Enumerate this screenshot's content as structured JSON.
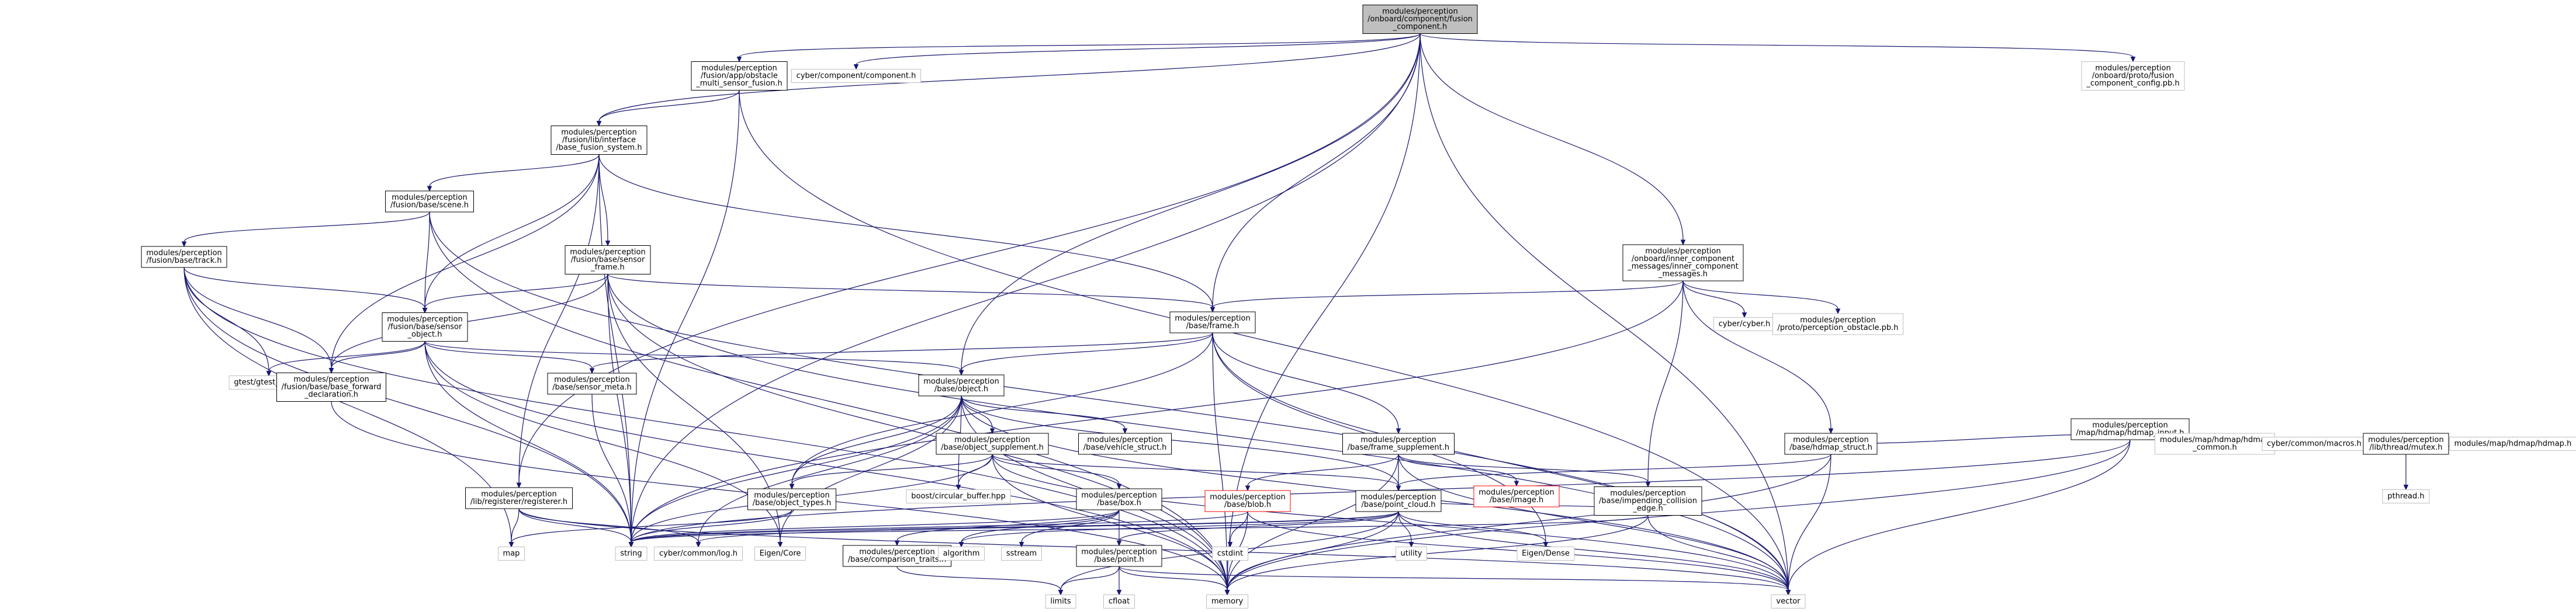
{
  "colors": {
    "edge": "#191970",
    "node_border": "#000000",
    "root_fill": "#bfbfbf",
    "external_border": "#bfbfbf",
    "missing_border": "#ff0000",
    "node_fill": "#ffffff"
  },
  "nodes": [
    {
      "id": "root",
      "lines": [
        "modules/perception",
        "/onboard/component/fusion",
        "_component.h"
      ],
      "kind": "root"
    },
    {
      "id": "app_msf",
      "lines": [
        "modules/perception",
        "/fusion/app/obstacle",
        "_multi_sensor_fusion.h"
      ],
      "kind": "file"
    },
    {
      "id": "cyber_component",
      "lines": [
        "cyber/component/component.h"
      ],
      "kind": "external"
    },
    {
      "id": "fusion_cfg_pb",
      "lines": [
        "modules/perception",
        "/onboard/proto/fusion",
        "_component_config.pb.h"
      ],
      "kind": "external"
    },
    {
      "id": "base_fusion_system",
      "lines": [
        "modules/perception",
        "/fusion/lib/interface",
        "/base_fusion_system.h"
      ],
      "kind": "file"
    },
    {
      "id": "scene",
      "lines": [
        "modules/perception",
        "/fusion/base/scene.h"
      ],
      "kind": "file"
    },
    {
      "id": "track",
      "lines": [
        "modules/perception",
        "/fusion/base/track.h"
      ],
      "kind": "file"
    },
    {
      "id": "sensor_frame",
      "lines": [
        "modules/perception",
        "/fusion/base/sensor",
        "_frame.h"
      ],
      "kind": "file"
    },
    {
      "id": "inner_msgs",
      "lines": [
        "modules/perception",
        "/onboard/inner_component",
        "_messages/inner_component",
        "_messages.h"
      ],
      "kind": "file"
    },
    {
      "id": "cyber_h",
      "lines": [
        "cyber/cyber.h"
      ],
      "kind": "external"
    },
    {
      "id": "obstacle_pb",
      "lines": [
        "modules/perception",
        "/proto/perception_obstacle.pb.h"
      ],
      "kind": "external"
    },
    {
      "id": "sensor_object",
      "lines": [
        "modules/perception",
        "/fusion/base/sensor",
        "_object.h"
      ],
      "kind": "file"
    },
    {
      "id": "frame",
      "lines": [
        "modules/perception",
        "/base/frame.h"
      ],
      "kind": "file"
    },
    {
      "id": "gtest_prod",
      "lines": [
        "gtest/gtest_prod.h"
      ],
      "kind": "external"
    },
    {
      "id": "base_forward",
      "lines": [
        "modules/perception",
        "/fusion/base/base_forward",
        "_declaration.h"
      ],
      "kind": "file"
    },
    {
      "id": "sensor_meta",
      "lines": [
        "modules/perception",
        "/base/sensor_meta.h"
      ],
      "kind": "file"
    },
    {
      "id": "object",
      "lines": [
        "modules/perception",
        "/base/object.h"
      ],
      "kind": "file"
    },
    {
      "id": "hdmap_input",
      "lines": [
        "modules/perception",
        "/map/hdmap/hdmap_input.h"
      ],
      "kind": "file"
    },
    {
      "id": "frame_supplement",
      "lines": [
        "modules/perception",
        "/base/frame_supplement.h"
      ],
      "kind": "file"
    },
    {
      "id": "object_supplement",
      "lines": [
        "modules/perception",
        "/base/object_supplement.h"
      ],
      "kind": "file"
    },
    {
      "id": "vehicle_struct",
      "lines": [
        "modules/perception",
        "/base/vehicle_struct.h"
      ],
      "kind": "file"
    },
    {
      "id": "hdmap_struct",
      "lines": [
        "modules/perception",
        "/base/hdmap_struct.h"
      ],
      "kind": "file"
    },
    {
      "id": "hdmap_common",
      "lines": [
        "modules/map/hdmap/hdmap",
        "_common.h"
      ],
      "kind": "external"
    },
    {
      "id": "cyber_macros",
      "lines": [
        "cyber/common/macros.h"
      ],
      "kind": "external"
    },
    {
      "id": "thread_mutex",
      "lines": [
        "modules/perception",
        "/lib/thread/mutex.h"
      ],
      "kind": "file"
    },
    {
      "id": "hdmap_h",
      "lines": [
        "modules/map/hdmap/hdmap.h"
      ],
      "kind": "external"
    },
    {
      "id": "pthread",
      "lines": [
        "pthread.h"
      ],
      "kind": "external"
    },
    {
      "id": "circular_buffer",
      "lines": [
        "boost/circular_buffer.hpp"
      ],
      "kind": "external"
    },
    {
      "id": "registerer",
      "lines": [
        "modules/perception",
        "/lib/registerer/registerer.h"
      ],
      "kind": "file"
    },
    {
      "id": "object_types",
      "lines": [
        "modules/perception",
        "/base/object_types.h"
      ],
      "kind": "file"
    },
    {
      "id": "box",
      "lines": [
        "modules/perception",
        "/base/box.h"
      ],
      "kind": "file"
    },
    {
      "id": "blob",
      "lines": [
        "modules/perception",
        "/base/blob.h"
      ],
      "kind": "missing"
    },
    {
      "id": "point_cloud",
      "lines": [
        "modules/perception",
        "/base/point_cloud.h"
      ],
      "kind": "file"
    },
    {
      "id": "image",
      "lines": [
        "modules/perception",
        "/base/image.h"
      ],
      "kind": "missing"
    },
    {
      "id": "impending",
      "lines": [
        "modules/perception",
        "/base/impending_collision",
        "_edge.h"
      ],
      "kind": "file"
    },
    {
      "id": "map",
      "lines": [
        "map"
      ],
      "kind": "external"
    },
    {
      "id": "string",
      "lines": [
        "string"
      ],
      "kind": "external"
    },
    {
      "id": "cyber_log",
      "lines": [
        "cyber/common/log.h"
      ],
      "kind": "external"
    },
    {
      "id": "eigen_core",
      "lines": [
        "Eigen/Core"
      ],
      "kind": "external"
    },
    {
      "id": "comparison_traits",
      "lines": [
        "modules/perception",
        "/base/comparison_traits.h"
      ],
      "kind": "file"
    },
    {
      "id": "algorithm",
      "lines": [
        "algorithm"
      ],
      "kind": "external"
    },
    {
      "id": "sstream",
      "lines": [
        "sstream"
      ],
      "kind": "external"
    },
    {
      "id": "point",
      "lines": [
        "modules/perception",
        "/base/point.h"
      ],
      "kind": "file"
    },
    {
      "id": "cstdint",
      "lines": [
        "cstdint"
      ],
      "kind": "external"
    },
    {
      "id": "utility",
      "lines": [
        "utility"
      ],
      "kind": "external"
    },
    {
      "id": "eigen_dense",
      "lines": [
        "Eigen/Dense"
      ],
      "kind": "external"
    },
    {
      "id": "limits",
      "lines": [
        "limits"
      ],
      "kind": "external"
    },
    {
      "id": "cfloat",
      "lines": [
        "cfloat"
      ],
      "kind": "external"
    },
    {
      "id": "memory",
      "lines": [
        "memory"
      ],
      "kind": "external"
    },
    {
      "id": "vector",
      "lines": [
        "vector"
      ],
      "kind": "external"
    }
  ],
  "edges": [
    [
      "root",
      "app_msf"
    ],
    [
      "root",
      "cyber_component"
    ],
    [
      "root",
      "fusion_cfg_pb"
    ],
    [
      "root",
      "base_fusion_system"
    ],
    [
      "root",
      "inner_msgs"
    ],
    [
      "root",
      "object"
    ],
    [
      "root",
      "registerer"
    ],
    [
      "root",
      "memory"
    ],
    [
      "root",
      "vector"
    ],
    [
      "root",
      "string"
    ],
    [
      "root",
      "frame"
    ],
    [
      "app_msf",
      "base_fusion_system"
    ],
    [
      "app_msf",
      "string"
    ],
    [
      "app_msf",
      "vector"
    ],
    [
      "base_fusion_system",
      "scene"
    ],
    [
      "base_fusion_system",
      "sensor_frame"
    ],
    [
      "base_fusion_system",
      "frame"
    ],
    [
      "base_fusion_system",
      "base_forward"
    ],
    [
      "base_fusion_system",
      "registerer"
    ],
    [
      "base_fusion_system",
      "string"
    ],
    [
      "base_fusion_system",
      "sensor_object"
    ],
    [
      "scene",
      "track"
    ],
    [
      "scene",
      "sensor_object"
    ],
    [
      "scene",
      "vector"
    ],
    [
      "scene",
      "memory"
    ],
    [
      "track",
      "sensor_object"
    ],
    [
      "track",
      "gtest_prod"
    ],
    [
      "track",
      "base_forward"
    ],
    [
      "track",
      "string"
    ],
    [
      "track",
      "map"
    ],
    [
      "track",
      "memory"
    ],
    [
      "sensor_frame",
      "sensor_object"
    ],
    [
      "sensor_frame",
      "frame"
    ],
    [
      "sensor_frame",
      "base_forward"
    ],
    [
      "sensor_frame",
      "string"
    ],
    [
      "sensor_frame",
      "vector"
    ],
    [
      "sensor_frame",
      "memory"
    ],
    [
      "sensor_frame",
      "eigen_core"
    ],
    [
      "inner_msgs",
      "frame"
    ],
    [
      "inner_msgs",
      "cyber_h"
    ],
    [
      "inner_msgs",
      "obstacle_pb"
    ],
    [
      "inner_msgs",
      "hdmap_struct"
    ],
    [
      "inner_msgs",
      "impending"
    ],
    [
      "inner_msgs",
      "string"
    ],
    [
      "sensor_object",
      "gtest_prod"
    ],
    [
      "sensor_object",
      "base_forward"
    ],
    [
      "sensor_object",
      "sensor_meta"
    ],
    [
      "sensor_object",
      "object"
    ],
    [
      "sensor_object",
      "string"
    ],
    [
      "sensor_object",
      "memory"
    ],
    [
      "sensor_object",
      "eigen_core"
    ],
    [
      "frame",
      "sensor_meta"
    ],
    [
      "frame",
      "object"
    ],
    [
      "frame",
      "frame_supplement"
    ],
    [
      "frame",
      "object_types"
    ],
    [
      "frame",
      "memory"
    ],
    [
      "frame",
      "vector"
    ],
    [
      "frame",
      "eigen_dense"
    ],
    [
      "base_forward",
      "memory"
    ],
    [
      "sensor_meta",
      "string"
    ],
    [
      "object",
      "object_supplement"
    ],
    [
      "object",
      "vehicle_struct"
    ],
    [
      "object",
      "object_types"
    ],
    [
      "object",
      "point_cloud"
    ],
    [
      "object",
      "circular_buffer"
    ],
    [
      "object",
      "eigen_core"
    ],
    [
      "object",
      "memory"
    ],
    [
      "object",
      "string"
    ],
    [
      "object",
      "vector"
    ],
    [
      "object",
      "cyber_log"
    ],
    [
      "hdmap_input",
      "hdmap_struct"
    ],
    [
      "hdmap_input",
      "hdmap_common"
    ],
    [
      "hdmap_input",
      "cyber_macros"
    ],
    [
      "hdmap_input",
      "thread_mutex"
    ],
    [
      "hdmap_input",
      "hdmap_h"
    ],
    [
      "hdmap_input",
      "string"
    ],
    [
      "hdmap_input",
      "memory"
    ],
    [
      "hdmap_input",
      "vector"
    ],
    [
      "thread_mutex",
      "pthread"
    ],
    [
      "frame_supplement",
      "blob"
    ],
    [
      "frame_supplement",
      "image"
    ],
    [
      "frame_supplement",
      "point_cloud"
    ],
    [
      "frame_supplement",
      "impending"
    ],
    [
      "frame_supplement",
      "memory"
    ],
    [
      "frame_supplement",
      "vector"
    ],
    [
      "object_supplement",
      "box"
    ],
    [
      "object_supplement",
      "point_cloud"
    ],
    [
      "object_supplement",
      "object_types"
    ],
    [
      "object_supplement",
      "circular_buffer"
    ],
    [
      "object_supplement",
      "string"
    ],
    [
      "object_supplement",
      "vector"
    ],
    [
      "object_supplement",
      "memory"
    ],
    [
      "hdmap_struct",
      "point_cloud"
    ],
    [
      "hdmap_struct",
      "memory"
    ],
    [
      "hdmap_struct",
      "vector"
    ],
    [
      "registerer",
      "map"
    ],
    [
      "registerer",
      "string"
    ],
    [
      "registerer",
      "vector"
    ],
    [
      "registerer",
      "cyber_log"
    ],
    [
      "object_types",
      "map"
    ],
    [
      "object_types",
      "string"
    ],
    [
      "box",
      "point"
    ],
    [
      "box",
      "algorithm"
    ],
    [
      "box",
      "sstream"
    ],
    [
      "box",
      "comparison_traits"
    ],
    [
      "box",
      "string"
    ],
    [
      "blob",
      "cstdint"
    ],
    [
      "blob",
      "memory"
    ],
    [
      "blob",
      "vector"
    ],
    [
      "blob",
      "string"
    ],
    [
      "point_cloud",
      "point"
    ],
    [
      "point_cloud",
      "utility"
    ],
    [
      "point_cloud",
      "eigen_dense"
    ],
    [
      "point_cloud",
      "memory"
    ],
    [
      "point_cloud",
      "vector"
    ],
    [
      "point_cloud",
      "algorithm"
    ],
    [
      "point_cloud",
      "cyber_log"
    ],
    [
      "point_cloud",
      "limits"
    ],
    [
      "point_cloud",
      "string"
    ],
    [
      "impending",
      "memory"
    ],
    [
      "impending",
      "vector"
    ],
    [
      "impending",
      "point_cloud"
    ],
    [
      "impending",
      "string"
    ],
    [
      "comparison_traits",
      "limits"
    ],
    [
      "point",
      "cfloat"
    ],
    [
      "point",
      "limits"
    ],
    [
      "point",
      "memory"
    ],
    [
      "point",
      "vector"
    ]
  ]
}
